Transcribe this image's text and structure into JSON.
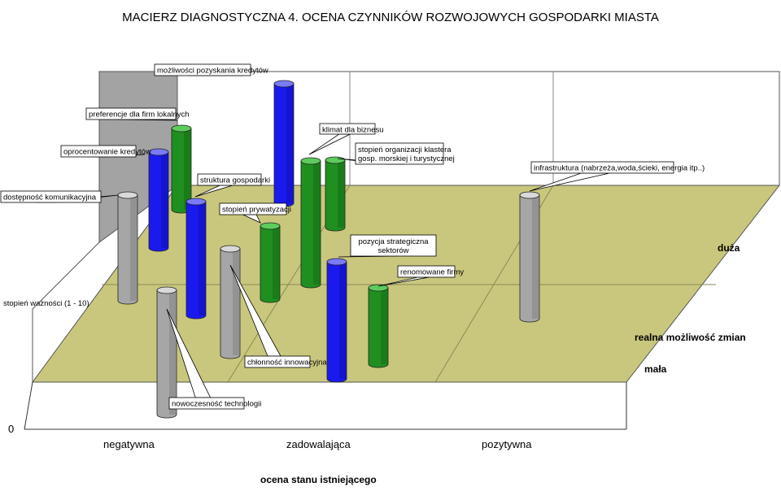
{
  "chart_data": {
    "type": "3d-bar",
    "title": "MACIERZ DIAGNOSTYCZNA 4. OCENA CZYNNIKÓW ROZWOJOWYCH GOSPODARKI MIASTA",
    "x_axis": {
      "label": "ocena stanu istniejącego",
      "categories": [
        "negatywna",
        "zadowalająca",
        "pozytywna"
      ]
    },
    "y_axis": {
      "label": "stopień ważności (1 - 10)",
      "min_label": "0"
    },
    "depth_axis": {
      "label": "realna możliwość zmian",
      "categories": [
        "mała",
        "duża"
      ]
    },
    "colors": {
      "gray": "#a6a6a6",
      "green": "#1f8f1f",
      "blue": "#1a1aee",
      "floor": "#c6c47a",
      "wall": "#a0a0a0"
    },
    "cylinders": [
      {
        "label": "możliwości pozyskania kredytów",
        "color": "blue"
      },
      {
        "label": "preferencje dla firm lokalnych",
        "color": "green"
      },
      {
        "label": "klimat dla biznesu",
        "color": "green"
      },
      {
        "label": "oprocentowanie kredytów",
        "color": "blue"
      },
      {
        "label": "stopień organizacji klastera gosp. morskiej i turystycznej",
        "color": "green"
      },
      {
        "label": "struktura gospodarki",
        "color": "blue"
      },
      {
        "label": "infrastruktura (nabrzeża,woda,ścieki, energia itp..)",
        "color": "gray"
      },
      {
        "label": "dostępność komunikacyjna",
        "color": "gray"
      },
      {
        "label": "stopień prywatyzacji",
        "color": "green"
      },
      {
        "label": "pozycja strategiczna sektorów",
        "color": "blue"
      },
      {
        "label": "renomowane firmy",
        "color": "green"
      },
      {
        "label": "chłonność innowacyjna",
        "color": "gray"
      },
      {
        "label": "nowoczesność technologii",
        "color": "gray"
      }
    ]
  }
}
